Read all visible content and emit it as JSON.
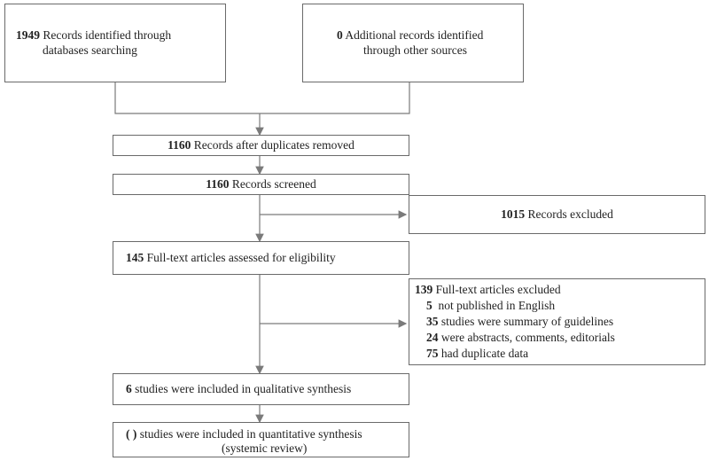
{
  "boxes": {
    "db_search": {
      "num": "1949",
      "line1": "Records identified through",
      "line2": "databases searching"
    },
    "other_sources": {
      "num": "0",
      "line1": "Additional records identified",
      "line2": "through other sources"
    },
    "after_duplicates": {
      "num": "1160",
      "text": "Records after duplicates removed"
    },
    "screened": {
      "num": "1160",
      "text": "Records screened"
    },
    "excluded": {
      "num": "1015",
      "text": "Records excluded"
    },
    "fulltext_assessed": {
      "num": "145",
      "text": "Full-text articles assessed for eligibility"
    },
    "fulltext_excluded": {
      "num": "139",
      "text": "Full-text articles excluded",
      "reasons": [
        {
          "num": "5",
          "text": "not published in English"
        },
        {
          "num": "35",
          "text": "studies were summary of guidelines"
        },
        {
          "num": "24",
          "text": "were abstracts, comments, editorials"
        },
        {
          "num": "75",
          "text": "had duplicate data"
        }
      ]
    },
    "qualitative": {
      "num": "6",
      "text": "studies were included in qualitative synthesis"
    },
    "quantitative": {
      "num": "( )",
      "line1": "studies were included in quantitative synthesis",
      "line2": "(systemic review)"
    }
  }
}
